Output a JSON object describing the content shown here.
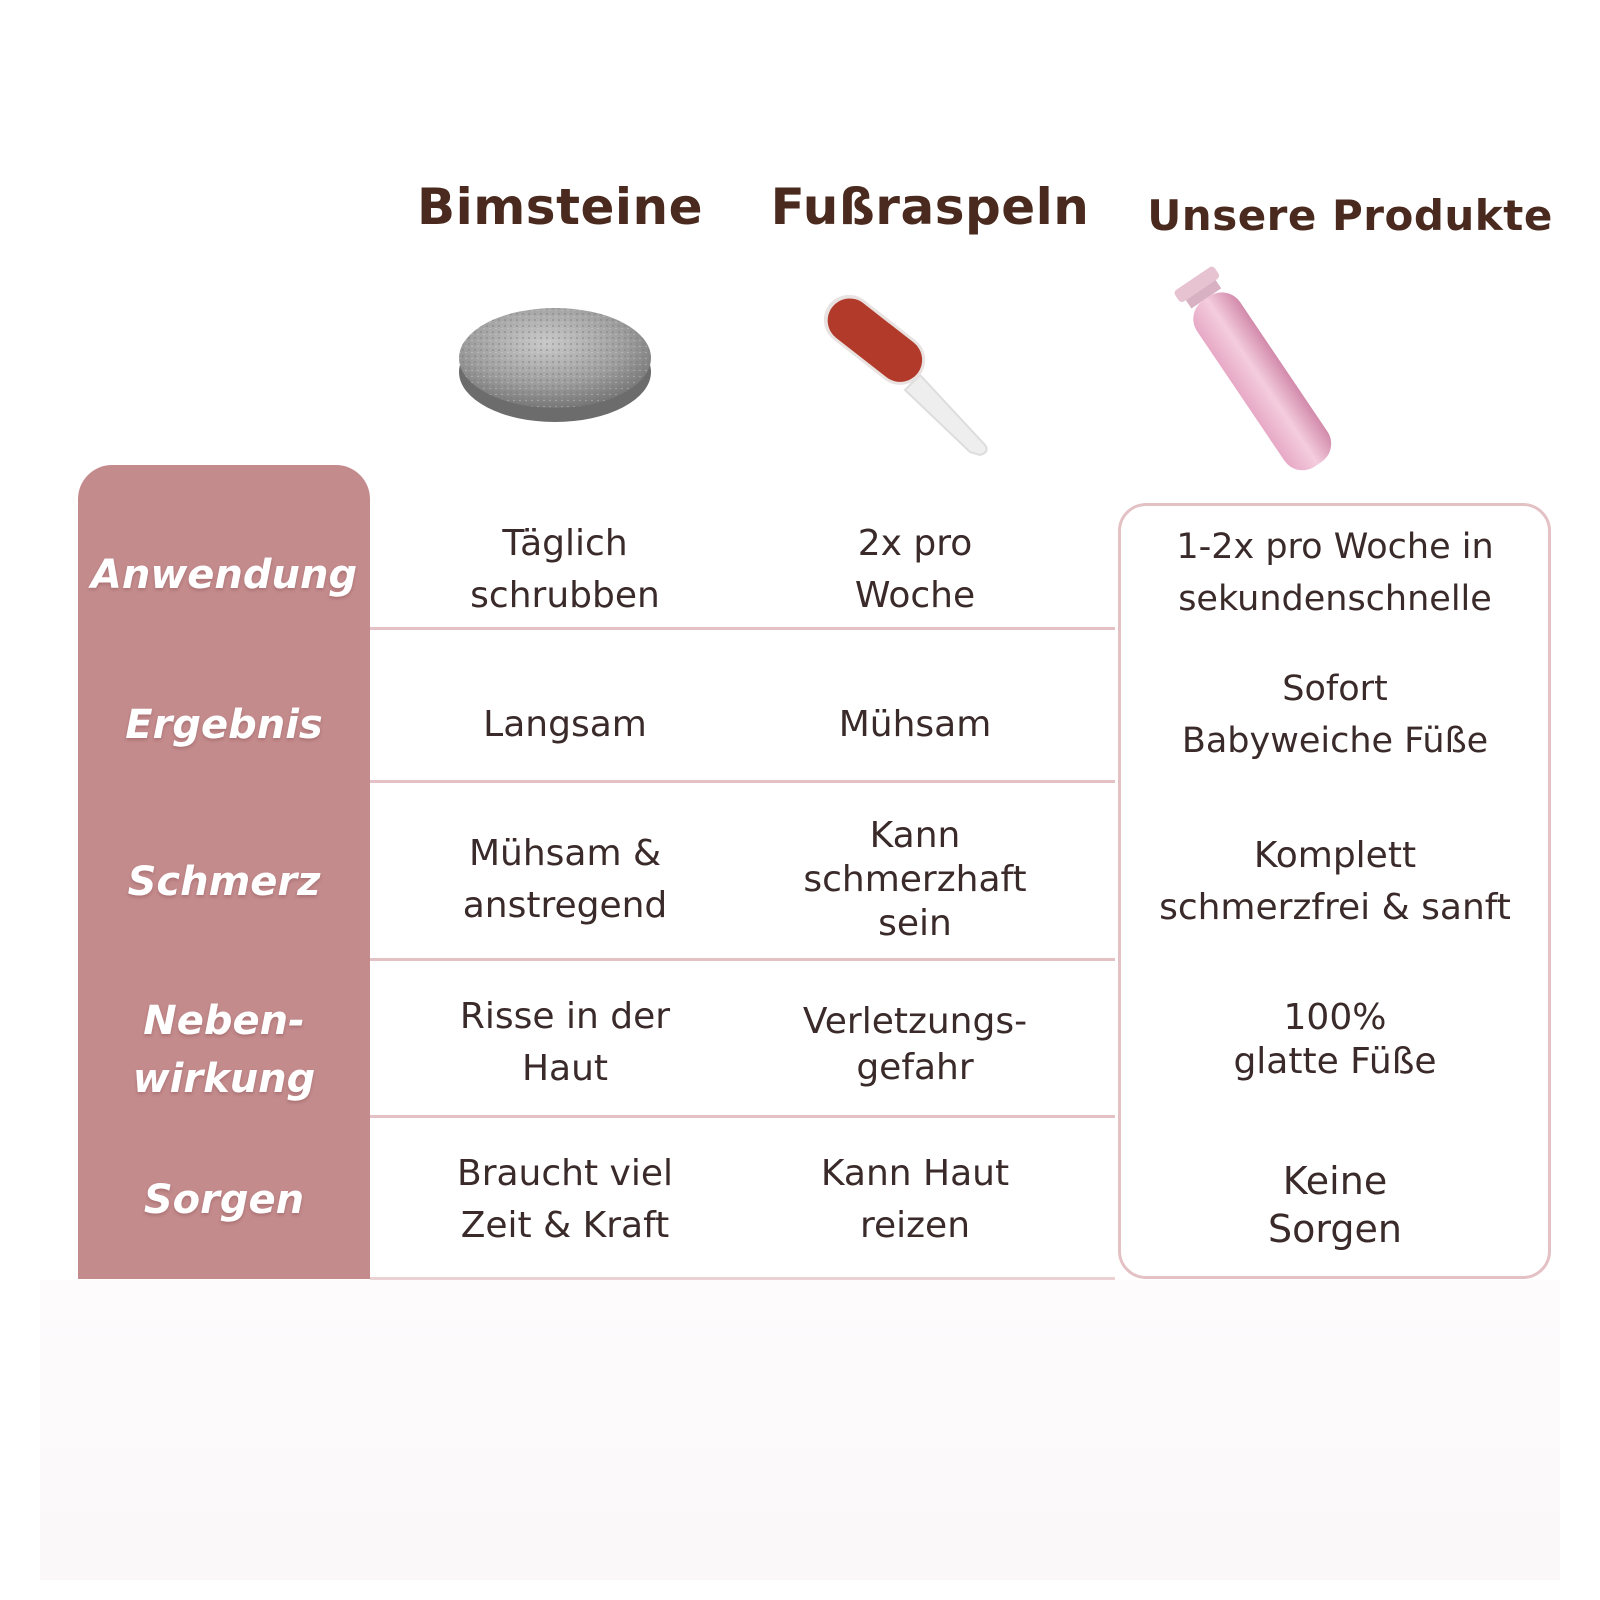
{
  "columns": [
    "Bimsteine",
    "Fußraspeln",
    "Unsere Produkte"
  ],
  "rows": [
    {
      "label": "Anwendung",
      "values": [
        "Täglich\nschrubben",
        "2x pro\nWoche",
        "1-2x pro Woche in\nsekundenschnelle"
      ]
    },
    {
      "label": "Ergebnis",
      "values": [
        "Langsam",
        "Mühsam",
        "Sofort\nBabyweiche Füße"
      ]
    },
    {
      "label": "Schmerz",
      "values": [
        "Mühsam &\nanstregend",
        "Kann\nschmerzhaft\nsein",
        "Komplett\nschmerzfrei & sanft"
      ]
    },
    {
      "label": "Neben-\nwirkung",
      "values": [
        "Risse in der\nHaut",
        "Verletzungs-\ngefahr",
        "100%\nglatte Füße"
      ]
    },
    {
      "label": "Sorgen",
      "values": [
        "Braucht viel\nZeit & Kraft",
        "Kann Haut\nreizen",
        "Keine\nSorgen"
      ]
    }
  ],
  "colors": {
    "label_panel": "#c48b8d",
    "heading": "#4a2a1e",
    "divider": "#e3c1c4",
    "text": "#3a2a2a"
  },
  "icons": [
    "pumice-stone-icon",
    "foot-file-icon",
    "pink-callus-remover-icon"
  ]
}
